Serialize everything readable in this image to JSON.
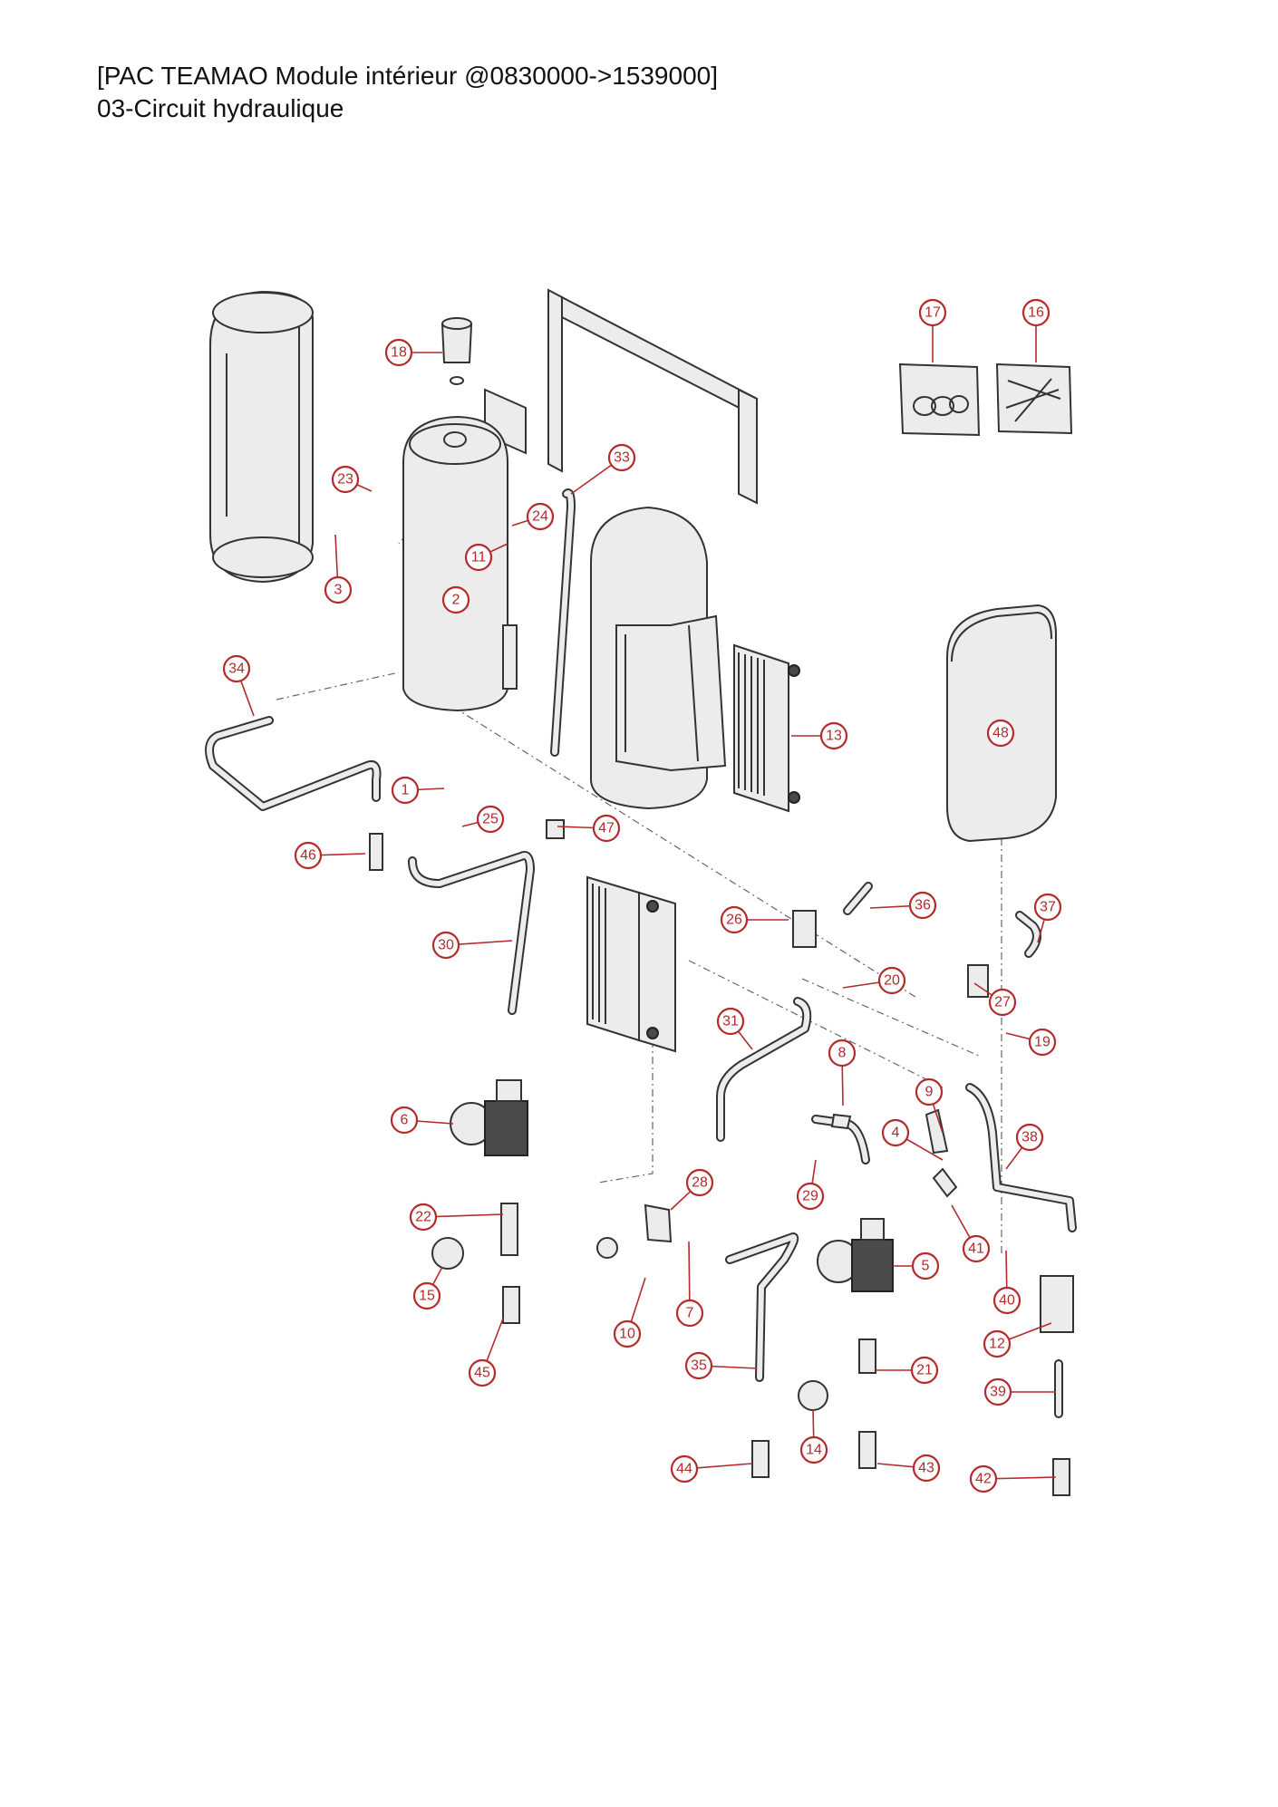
{
  "header": {
    "title": "[PAC TEAMAO Module intérieur @0830000->1539000]",
    "subtitle": "03-Circuit hydraulique"
  },
  "accent_color": "#b52a2a",
  "callouts": [
    "1",
    "2",
    "3",
    "4",
    "5",
    "6",
    "7",
    "8",
    "9",
    "10",
    "11",
    "12",
    "13",
    "14",
    "15",
    "16",
    "17",
    "18",
    "19",
    "20",
    "21",
    "22",
    "23",
    "24",
    "25",
    "26",
    "27",
    "28",
    "29",
    "30",
    "31",
    "33",
    "34",
    "35",
    "36",
    "37",
    "38",
    "39",
    "40",
    "41",
    "42",
    "43",
    "44",
    "45",
    "46",
    "47",
    "48"
  ]
}
